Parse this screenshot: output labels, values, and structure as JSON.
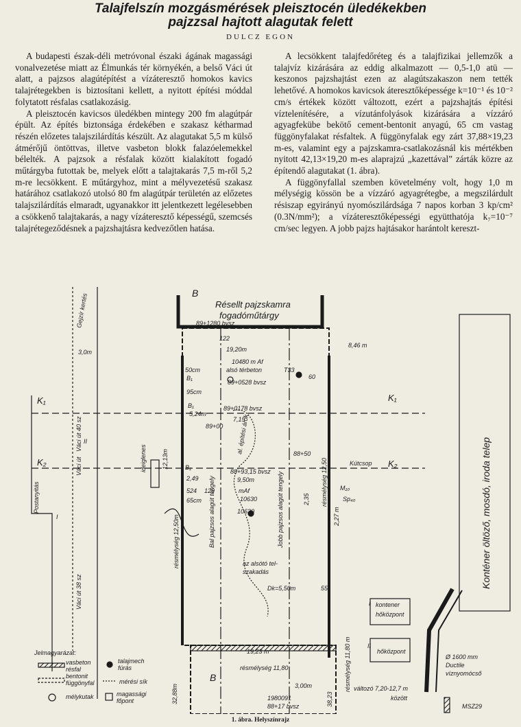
{
  "article": {
    "title_line1": "Talajfelszín mozgásmérések pleisztocén üledékekben",
    "title_line2": "pajzzsal hajtott alagutak felett",
    "author": "DULCZ EGON",
    "left_paragraphs": [
      "A budapesti észak-déli metróvonal északi ágának magassági vonalvezetése miatt az Élmunkás tér környékén, a belső Váci út alatt, a pajzsos alagútépítést a vízáteresztő homokos kavics talajrétegekben is biztosítani kellett, a nyitott építési móddal folytatott résfalas csatlakozásig.",
      "A pleisztocén kavicsos üledékben mintegy 200 fm alagútpár épült. Az építés biztonsága érdekében e szakasz kétharmad részén előzetes talajszilárdítás készült. Az alagutakat 5,5 m külső átmérőjű öntöttvas, illetve vasbeton blokk falazóelemekkel bélelték. A pajzsok a résfalak között kialakított fogadó műtárgyba futottak be, melyek előtt a talajtakarás 7,5 m-ről 5,2 m-re lecsökkent. E műtárgyhoz, mint a mélyvezetésű szakasz határához csatlakozó utolsó 80 fm alagútpár területén az előzetes talajszilárdítás elmaradt, ugyanakkor itt jelentkezett legélesebben a csökkenő talajtakarás, a nagy vízáteresztő képességű, szemcsés talajrétegeződésnek a pajzshajtásra kedvezőtlen hatása."
    ],
    "right_paragraphs": [
      "A lecsökkent talajfedőréteg és a talajfizikai jellemzők a talajvíz kizárására az eddig alkalmazott — 0,5-1,0 atü — keszonos pajzshajtást ezen az alagútszakaszon nem tették lehetővé. A homokos kavicsok áteresztőképessége k=10⁻¹ és 10⁻² cm/s értékek között változott, ezért a pajzshajtás építési víztelenítésére, a vízutánfolyások kizárására a vízzáró agyagfekübe bekötő cement-bentonit anyagú, 65 cm vastag függönyfalakat résfaltek. A függönyfalak egy zárt 37,88×19,23 m-es, valamint egy a pajzskamra-csatlakozásnál kis mértékben nyitott 42,13×19,20 m-es alaprajzú „kazettával” zárták közre az építendő alagutakat (1. ábra).",
      "A függönyfallal szemben követelmény volt, hogy 1,0 m mélységig kössön be a vízzáró agyagrétegbe, a megszilárdult résiszap egyirányú nyomószilárdsága 7 napos korban 3 kp/cm² (0.3N/mm²); a vízáteresztőképességi együtthatója k₇=10⁻⁷ cm/sec legyen. A jobb pajzs hajtásakor harántolt kereszt-"
    ]
  },
  "figure": {
    "caption": "1. ábra. Helyszínrajz",
    "labels": {
      "b_top": "B",
      "reselt_1": "Résellt pajzskamra",
      "reselt_2": "fogadóműtárgy",
      "bvsz_top": "89+1280 bvsz",
      "gejzir": "Gejzír kertés",
      "dist_30": "3,0m",
      "dist_846": "8,46 m",
      "p122": "122",
      "d1920": "19,20m",
      "p10480": "10480 m Af",
      "also_terbeton": "alsó térbeton",
      "t33": "T33",
      "p60": "60",
      "d50cm": "50cm",
      "b1a": "B₁",
      "bvsz_0528": "89+0528 bvsz",
      "d95cm": "95cm",
      "b1b": "B₁",
      "d524": "5,24m",
      "bvsz_0178": "89+0178 bvsz",
      "d715": "7,15",
      "p8900": "89+00",
      "k1_left": "K₁",
      "k1_right": "K₁",
      "k2_left": "K₂",
      "k2_right": "K₂",
      "vaci40": "Váci út 40 sz",
      "roman_ii": "II",
      "vaci_b": "Váci út",
      "d1213": "12,13m",
      "ideiglenes": "ideiglenes",
      "epitesi_arok": "al. építési árok",
      "d8850": "88+50",
      "kutcsop": "Kútcsop",
      "b1c": "B₁",
      "bvsz_9315": "88+93,15 bvsz",
      "d950m": "9,50m",
      "d249": "2,49",
      "d524b": "524",
      "d65cm": "65cm",
      "p129": "129",
      "maf": "mAf",
      "p10630": "10630",
      "p10630b": "10630",
      "m10": "M₁₀",
      "sp40": "Sp₄₀",
      "kontener_text": "Konténer öltöző, mosdó, iroda telep",
      "postanyitas": "Postanyitás",
      "roman_i": "I",
      "bal_pajzs": "Bal pajzsos alagút tengely",
      "jobb_pajzs": "Jobb pajzsos alagút tengely",
      "resmelyseg_1250": "résmélység 12,50m",
      "resmelyseg_1250b": "résmélység 12,50",
      "d227": "2,27 m",
      "d235": "2,35",
      "az_alsoto_1": "az alsótó tel-",
      "az_alsoto_2": "szakadás",
      "vaci38": "Váci út 38 sz",
      "dk550": "Dk=5,50m",
      "p55": "55",
      "kont_1_a": "kontener",
      "kont_1_b": "hőközpont",
      "roman_ii_b": "II",
      "kont_2": "hőközpont",
      "roman_i_b": "I",
      "jelmagyarazat": "Jelmagyarázat:",
      "leg_vasbeton_1": "vasbeton",
      "leg_vasbeton_2": "résfal",
      "leg_talajmech_1": "talajmech",
      "leg_talajmech_2": "fúrás",
      "leg_bentonit_1": "bentonit",
      "leg_bentonit_2": "függönyfal",
      "leg_meres": "mérési sík",
      "leg_melykutak": "mélykutak",
      "leg_magassagi_1": "magassági",
      "leg_magassagi_2": "főpont",
      "d1923": "19,23 m",
      "resmelyseg_1180": "résmélység 11,80",
      "resmelyseg_1180b": "résmélység 11,80 m",
      "b_bottom": "B",
      "d3288": "32,88m",
      "d3823": "38,23",
      "dist_p1": "1980091",
      "dist_p2": "88+17 bvsz",
      "d300m": "3,00m",
      "phi_1": "Ø 1600 mm",
      "phi_2": "Ductile",
      "phi_3": "víznyomócső",
      "valtozo": "változó 7,20-12,7 m",
      "kozott": "között",
      "msz": "MSZ29"
    }
  }
}
